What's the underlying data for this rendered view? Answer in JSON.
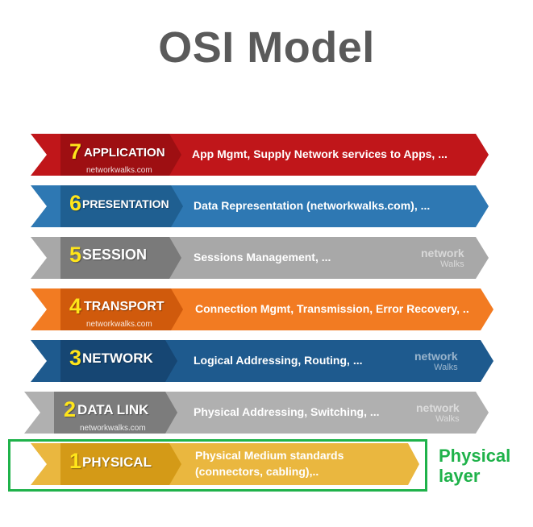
{
  "title": "OSI Model",
  "layers": [
    {
      "number": "7",
      "name": "APPLICATION",
      "description": "App Mgmt, Supply Network services to Apps, ...",
      "watermark": "networkwalks.com",
      "color": "#c0161a",
      "tab_color": "#9e0f12"
    },
    {
      "number": "6",
      "name": "PRESENTATION",
      "description": "Data Representation (networkwalks.com), ...",
      "color": "#2e78b3",
      "tab_color": "#1f5f91"
    },
    {
      "number": "5",
      "name": "SESSION",
      "description": "Sessions Management, ...",
      "logo_main": "network",
      "logo_sub": "Walks",
      "color": "#a8a8a8",
      "tab_color": "#7a7a7a"
    },
    {
      "number": "4",
      "name": "TRANSPORT",
      "description": "Connection Mgmt, Transmission, Error Recovery, ..",
      "watermark": "networkwalks.com",
      "color": "#f27b22",
      "tab_color": "#d05a0c"
    },
    {
      "number": "3",
      "name": "NETWORK",
      "description": "Logical Addressing, Routing, ...",
      "logo_main": "network",
      "logo_sub": "Walks",
      "color": "#1e5a8e",
      "tab_color": "#164673"
    },
    {
      "number": "2",
      "name": "DATA LINK",
      "description": "Physical Addressing, Switching, ...",
      "watermark": "networkwalks.com",
      "logo_main": "network",
      "logo_sub": "Walks",
      "color": "#b0b0b0",
      "tab_color": "#7c7c7c"
    },
    {
      "number": "1",
      "name": "PHYSICAL",
      "description_line1": "Physical Medium standards",
      "description_line2": "(connectors, cabling),..",
      "color": "#eab73f",
      "tab_color": "#d49a17"
    }
  ],
  "highlight": {
    "line1": "Physical",
    "line2": "layer",
    "color": "#1fb24a"
  }
}
